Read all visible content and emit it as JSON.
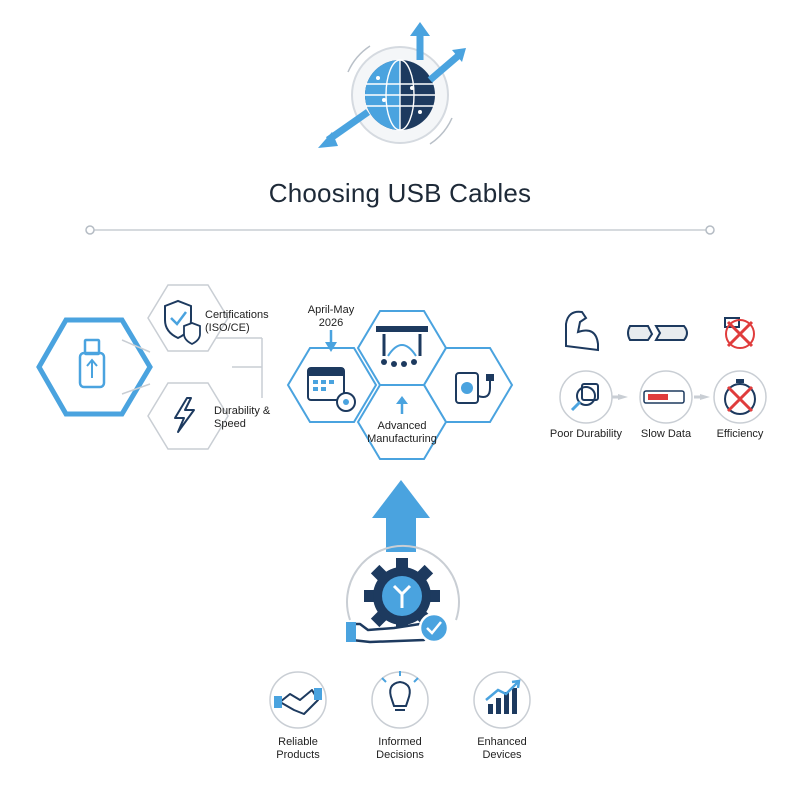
{
  "title": "Choosing USB Cables",
  "left_panel": {
    "items": [
      {
        "label": "Certifications (ISO/CE)",
        "icon": "shield-check-icon"
      },
      {
        "label": "Durability & Speed",
        "icon": "lightning-bolt-icon"
      }
    ],
    "main_icon": "usb-plug-icon"
  },
  "center_panel": {
    "date_label": "April-May 2026",
    "mfg_label": "Advanced Manufacturing",
    "icons": [
      "calendar-gear-icon",
      "conference-venue-icon",
      "phone-charging-icon"
    ]
  },
  "right_panel": {
    "items": [
      {
        "label": "Poor Durability",
        "icon": "magnifier-chip-icon"
      },
      {
        "label": "Slow Data",
        "icon": "slow-battery-icon"
      },
      {
        "label": "Efficiency",
        "icon": "stopwatch-x-icon"
      }
    ],
    "top_icons": [
      "muscle-arm-icon",
      "broken-cable-icon",
      "usb-x-icon"
    ]
  },
  "bottom_items": [
    {
      "label": "Reliable Products",
      "icon": "handshake-icon"
    },
    {
      "label": "Informed Decisions",
      "icon": "lightbulb-icon"
    },
    {
      "label": "Enhanced Devices",
      "icon": "growth-chart-icon"
    }
  ],
  "colors": {
    "accent": "#4aa3df",
    "navy": "#1d3a5f",
    "red": "#e03c3c",
    "gray": "#c9ced4"
  }
}
